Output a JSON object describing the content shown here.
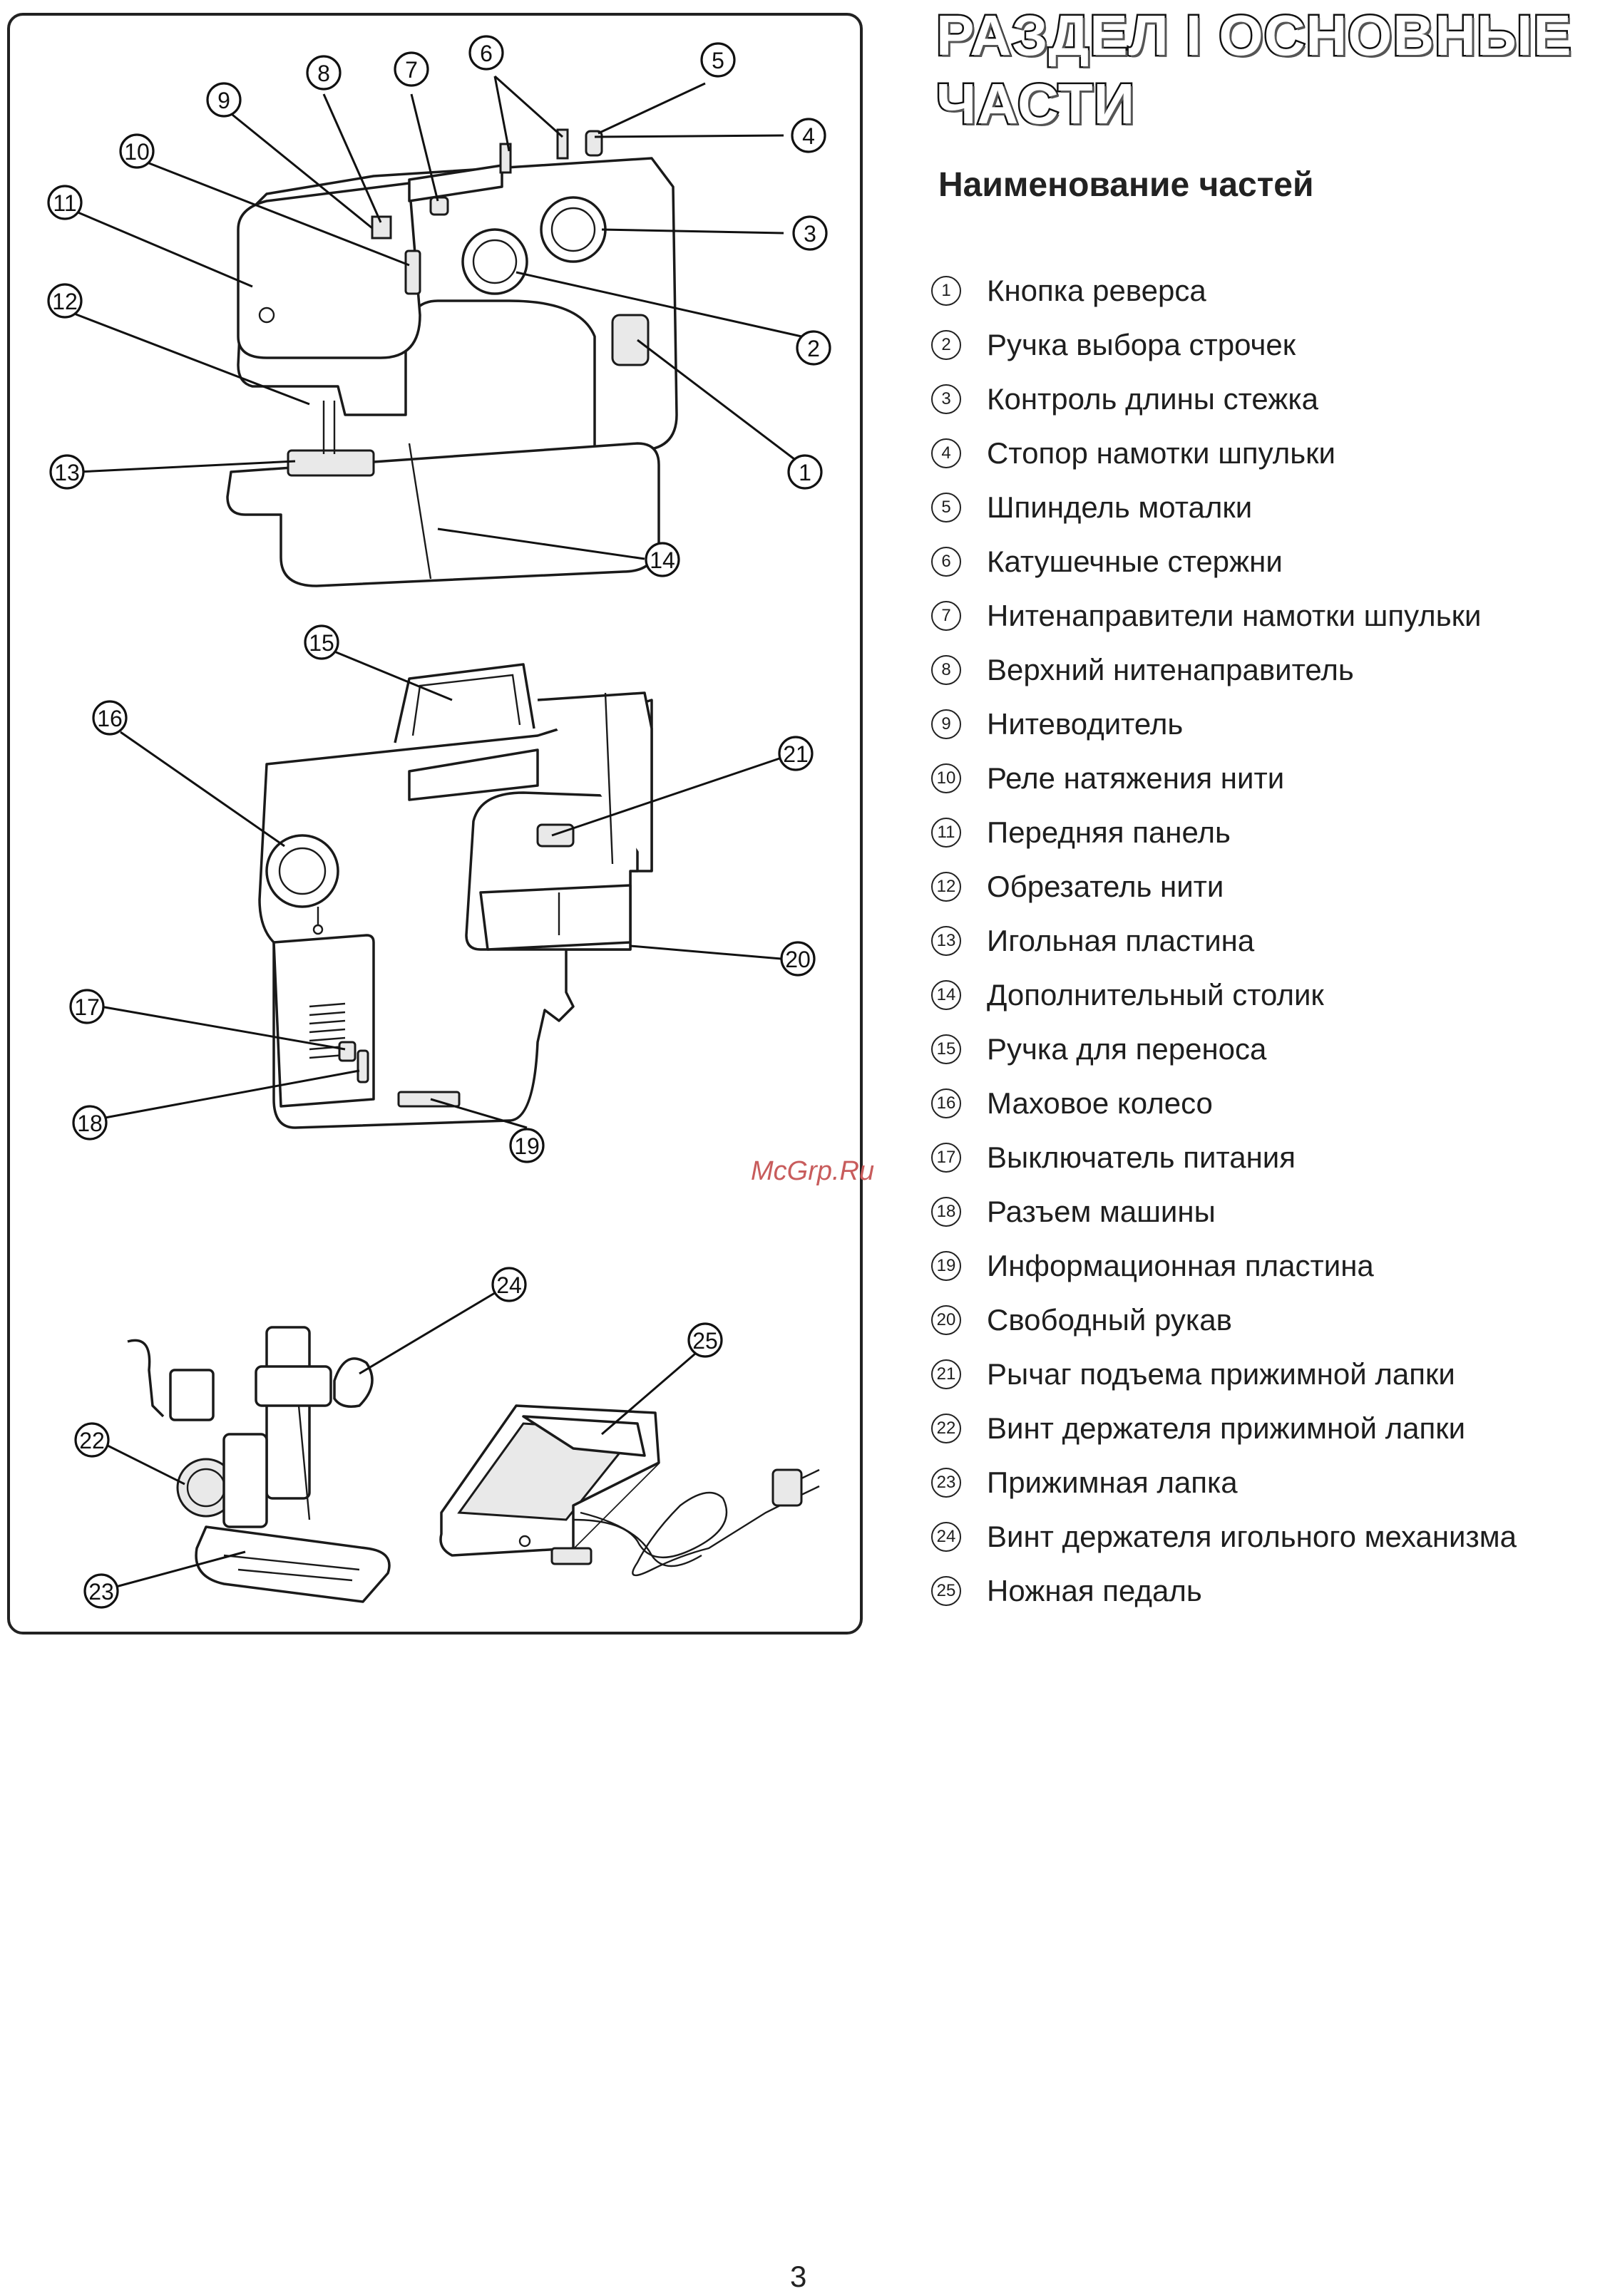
{
  "header": {
    "title_line1": "РАЗДЕЛ I ОСНОВНЫЕ",
    "title_line2": "ЧАСТИ",
    "subtitle": "Наименование частей"
  },
  "parts": [
    {
      "num": "1",
      "label": "Кнопка реверса"
    },
    {
      "num": "2",
      "label": "Ручка выбора строчек"
    },
    {
      "num": "3",
      "label": "Контроль длины стежка"
    },
    {
      "num": "4",
      "label": "Стопор намотки шпульки"
    },
    {
      "num": "5",
      "label": "Шпиндель моталки"
    },
    {
      "num": "6",
      "label": "Катушечные стержни"
    },
    {
      "num": "7",
      "label": "Нитенаправители намотки шпульки"
    },
    {
      "num": "8",
      "label": "Верхний нитенаправитель"
    },
    {
      "num": "9",
      "label": "Нитеводитель"
    },
    {
      "num": "10",
      "label": "Реле натяжения нити"
    },
    {
      "num": "11",
      "label": "Передняя панель"
    },
    {
      "num": "12",
      "label": "Обрезатель нити"
    },
    {
      "num": "13",
      "label": "Игольная пластина"
    },
    {
      "num": "14",
      "label": "Дополнительный столик"
    },
    {
      "num": "15",
      "label": "Ручка для переноса"
    },
    {
      "num": "16",
      "label": "Маховое колесо"
    },
    {
      "num": "17",
      "label": "Выключатель питания"
    },
    {
      "num": "18",
      "label": "Разъем машины"
    },
    {
      "num": "19",
      "label": "Информационная пластина"
    },
    {
      "num": "20",
      "label": "Свободный рукав"
    },
    {
      "num": "21",
      "label": "Рычаг подъема прижимной лапки"
    },
    {
      "num": "22",
      "label": "Винт держателя прижимной лапки"
    },
    {
      "num": "23",
      "label": "Прижимная лапка"
    },
    {
      "num": "24",
      "label": "Винт держателя игольного механизма"
    },
    {
      "num": "25",
      "label": "Ножная педаль"
    }
  ],
  "watermark": "McGrp.Ru",
  "page_number": "3"
}
